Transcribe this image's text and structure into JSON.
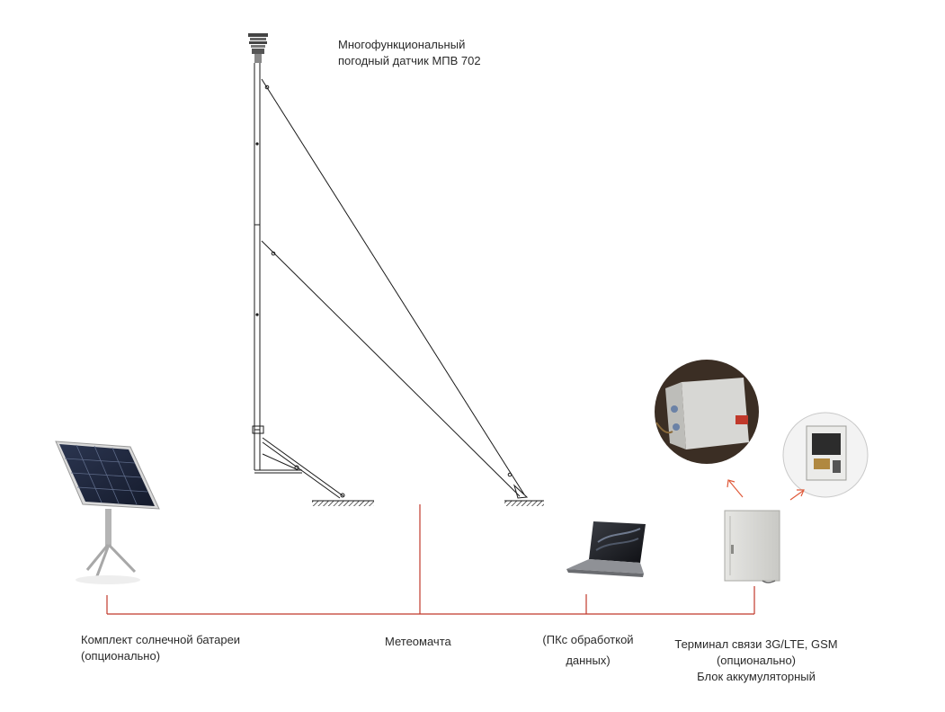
{
  "labels": {
    "sensor": [
      "Многофункциональный",
      "погодный датчик МПВ 702"
    ],
    "solar": [
      "Комплект солнечной батареи",
      "(опционально)"
    ],
    "mast": "Метеомачта",
    "pc": [
      "(ПКс обработкой",
      "данных)"
    ],
    "terminal": [
      "Терминал связи 3G/LTE, GSM",
      "(опционально)",
      "Блок аккумуляторный"
    ]
  },
  "colors": {
    "connector": "#c0392b",
    "arrow": "#e05a3a",
    "line_art": "#1a1a1a",
    "background": "#ffffff"
  }
}
